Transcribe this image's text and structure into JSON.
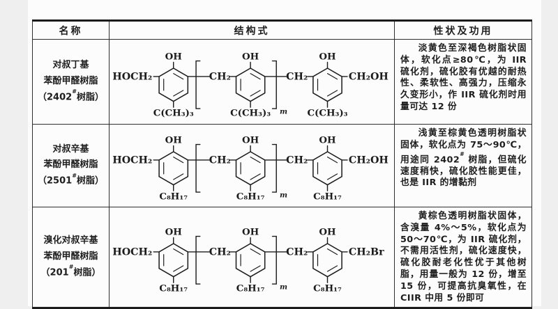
{
  "page": {
    "background_color": "#efefef",
    "paper_color": "#fcfcfc",
    "line_color": "#1c1c1c"
  },
  "table": {
    "headers": [
      "名称",
      "结构式",
      "性状及功用"
    ],
    "rows": [
      {
        "name_lines": [
          "对叔丁基",
          "苯酚甲醛树脂",
          "（2402#树脂）"
        ],
        "structure": {
          "left_group": "HOCH₂",
          "hydroxyl": "OH",
          "methylene": "CH₂",
          "substituent": "C(CH₃)₃",
          "right_group": "CH₂OH",
          "repeat_subscript": "m"
        },
        "properties": "淡黄色至深褐色树脂状固体，软化点≥80℃，为 IIR 硫化剂，硫化胶有优越的耐热性、柔软性、高强力，压缩永久变形小，作 IIR 硫化剂时用量可达 12 份"
      },
      {
        "name_lines": [
          "对叔辛基",
          "苯酚甲醛树脂",
          "（2501#树脂）"
        ],
        "structure": {
          "left_group": "HOCH₂",
          "hydroxyl": "OH",
          "methylene": "CH₂",
          "substituent": "C₈H₁₇",
          "right_group": "CH₂OH",
          "repeat_subscript": "m"
        },
        "properties": "浅黄至棕黄色透明树脂状固体，软化点为 75～90℃，用途同 2402# 树脂，但硫化速度稍快，硫化胶性能更佳，也是 IIR 的增黏剂"
      },
      {
        "name_lines": [
          "溴化对叔辛基",
          "苯酚甲醛树脂",
          "（201#树脂）"
        ],
        "structure": {
          "left_group": "HOCH₂",
          "hydroxyl": "OH",
          "methylene": "CH₂",
          "substituent": "C₈H₁₇",
          "right_group": "CH₂Br",
          "repeat_subscript": "m"
        },
        "properties": "黄棕色透明树脂状固体，含溴量 4%～5%，软化点为 50～70℃，为 IIR 硫化剂，不需用活性剂，硫化速度快，硫化胶耐老化性优于其他树脂，用量一般为 12 份，增至 15 份，可提高抗臭氧性，在 CIIR 中用 5 份即可"
      }
    ]
  }
}
